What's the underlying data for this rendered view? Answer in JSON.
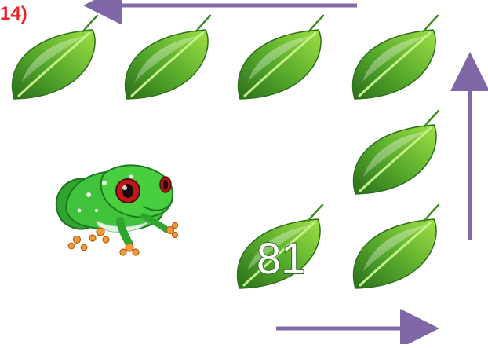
{
  "problem": {
    "label": "14)"
  },
  "leaves": [
    {
      "id": "leaf-1",
      "value": ""
    },
    {
      "id": "leaf-2",
      "value": ""
    },
    {
      "id": "leaf-3",
      "value": ""
    },
    {
      "id": "leaf-4",
      "value": ""
    },
    {
      "id": "leaf-5",
      "value": ""
    },
    {
      "id": "leaf-6",
      "value": "81"
    },
    {
      "id": "leaf-7",
      "value": ""
    }
  ],
  "arrows": [
    {
      "id": "arrow-top",
      "direction": "left"
    },
    {
      "id": "arrow-right",
      "direction": "up"
    },
    {
      "id": "arrow-bottom",
      "direction": "right"
    }
  ],
  "colors": {
    "label": "#e5262b",
    "arrow": "#8068a8",
    "leaf_dark": "#2f7d1f",
    "leaf_light": "#8bd33a"
  }
}
